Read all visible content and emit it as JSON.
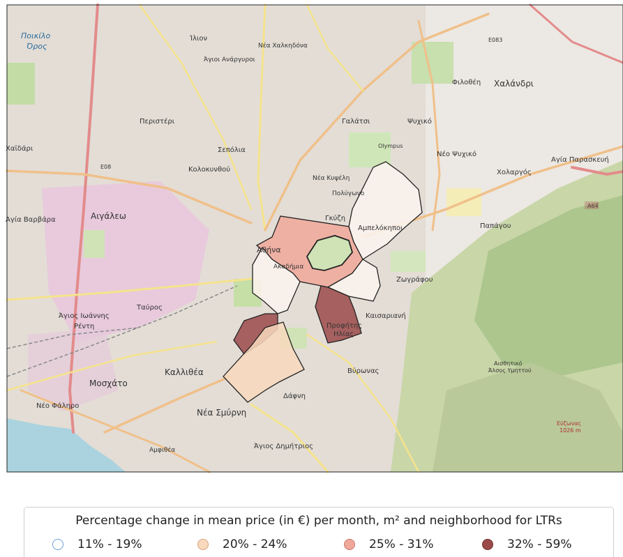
{
  "legend": {
    "title": "Percentage change in mean price (in €) per month, m² and neighborhood for LTRs",
    "items": [
      {
        "label": "11% - 19%",
        "fill": "#ffffff",
        "stroke": "#6a9fd8"
      },
      {
        "label": "20% - 24%",
        "fill": "#f8d9bd",
        "stroke": "#d7a17a"
      },
      {
        "label": "25% - 31%",
        "fill": "#f0a89a",
        "stroke": "#c7766b"
      },
      {
        "label": "32% - 59%",
        "fill": "#9b4a4a",
        "stroke": "#6f2e2e"
      }
    ]
  },
  "map": {
    "places": [
      {
        "id": "poikilo",
        "text": "Ποικίλο"
      },
      {
        "id": "oros",
        "text": "Όρος"
      },
      {
        "id": "ilion",
        "text": "Ίλιον"
      },
      {
        "id": "nea-chalkidona",
        "text": "Νέα Χαλκηδόνα"
      },
      {
        "id": "agioi-anargyroi",
        "text": "Άγιοι Ανάργυροι"
      },
      {
        "id": "filothei",
        "text": "Φιλοθέη"
      },
      {
        "id": "chalandri",
        "text": "Χαλάνδρι"
      },
      {
        "id": "galatsi",
        "text": "Γαλάτσι"
      },
      {
        "id": "psychiko",
        "text": "Ψυχικό"
      },
      {
        "id": "peristeri",
        "text": "Περιστέρι"
      },
      {
        "id": "kaidari",
        "text": "Χαϊδάρι"
      },
      {
        "id": "sepolia",
        "text": "Σεπόλια"
      },
      {
        "id": "kolokynthou",
        "text": "Κολοκυνθού"
      },
      {
        "id": "neo-psychiko",
        "text": "Νέο Ψυχικό"
      },
      {
        "id": "agia-paraskevi",
        "text": "Αγία Παρασκευή"
      },
      {
        "id": "nea-kypseli",
        "text": "Νέα Κυψέλη"
      },
      {
        "id": "polygono",
        "text": "Πολύγωνο"
      },
      {
        "id": "cholargos",
        "text": "Χολαργός"
      },
      {
        "id": "agia-varvara",
        "text": "Αγία Βαρβάρα"
      },
      {
        "id": "aigaleo",
        "text": "Αιγάλεω"
      },
      {
        "id": "gkyzi",
        "text": "Γκύζη"
      },
      {
        "id": "ampelokipoi",
        "text": "Αμπελόκηποι"
      },
      {
        "id": "papagou",
        "text": "Παπάγου"
      },
      {
        "id": "athina",
        "text": "Αθήνα"
      },
      {
        "id": "akadimia",
        "text": "Ακαδήμια"
      },
      {
        "id": "zografou",
        "text": "Ζωγράφου"
      },
      {
        "id": "tavros",
        "text": "Ταύρος"
      },
      {
        "id": "agios-ioannis",
        "text": "Άγιος Ιωάννης"
      },
      {
        "id": "renti",
        "text": "Ρέντη"
      },
      {
        "id": "kaisariani",
        "text": "Καισαριανή"
      },
      {
        "id": "profitis",
        "text": "Προφήτης"
      },
      {
        "id": "ilias",
        "text": "Ηλίας"
      },
      {
        "id": "kallithea",
        "text": "Καλλιθέα"
      },
      {
        "id": "vyronas",
        "text": "Βύρωνας"
      },
      {
        "id": "moschato",
        "text": "Μοσχάτο"
      },
      {
        "id": "dafni",
        "text": "Δάφνη"
      },
      {
        "id": "neo-faliro",
        "text": "Νέο Φάληρο"
      },
      {
        "id": "nea-smyrni",
        "text": "Νέα Σμύρνη"
      },
      {
        "id": "amfithea",
        "text": "Αμφιθέα"
      },
      {
        "id": "agios-dimitrios",
        "text": "Άγιος Δημήτριος"
      },
      {
        "id": "e08",
        "text": "E08"
      },
      {
        "id": "e083",
        "text": "E083"
      },
      {
        "id": "a64",
        "text": "A64"
      },
      {
        "id": "olympus",
        "text": "Olympus"
      },
      {
        "id": "aisthitiko",
        "text": "Αισθητικό"
      },
      {
        "id": "alsos",
        "text": "Άλσος Υμηττού"
      },
      {
        "id": "evzonas",
        "text": "Εύζωνας"
      },
      {
        "id": "evzonas-h",
        "text": "1026 m"
      }
    ]
  }
}
